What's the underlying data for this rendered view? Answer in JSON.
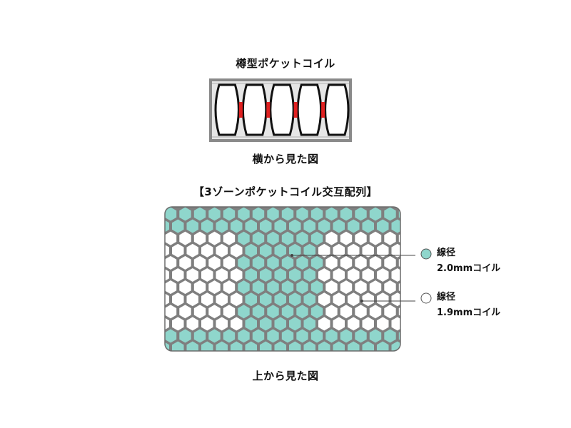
{
  "side_view": {
    "title": "樽型ポケットコイル",
    "caption": "横から見た図",
    "coil_count": 5,
    "colors": {
      "frame": "#8a8a8a",
      "fill": "#e6e6e6",
      "coil": "#111111",
      "joint": "#e02020"
    }
  },
  "top_view": {
    "title": "【3ゾーンポケットコイル交互配列】",
    "caption": "上から見た図",
    "colors": {
      "teal": "#8fd6cc",
      "white": "#ffffff",
      "background": "#7f7f7f",
      "outline": "#6b6b6b"
    }
  },
  "legend": [
    {
      "name": "線径",
      "detail": "2.0mmコイル",
      "color": "#8fd6cc"
    },
    {
      "name": "線径",
      "detail": "1.9mmコイル",
      "color": "#ffffff"
    }
  ]
}
